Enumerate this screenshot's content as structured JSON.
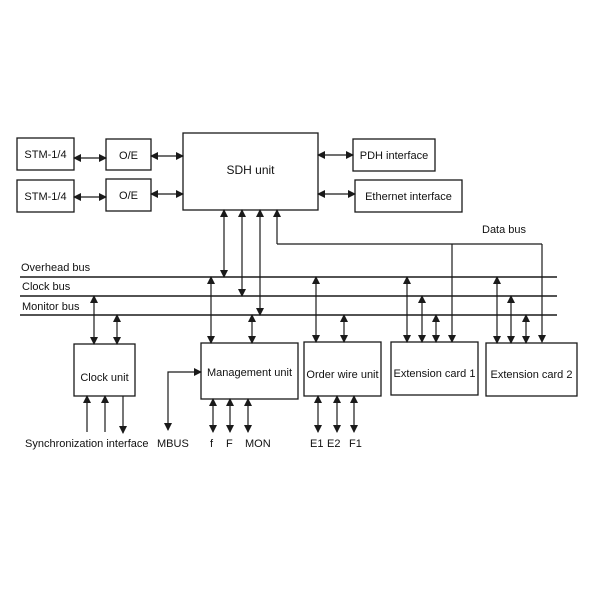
{
  "diagram": {
    "blocks": {
      "stm1": "STM-1/4",
      "stm2": "STM-1/4",
      "oe1": "O/E",
      "oe2": "O/E",
      "sdh": "SDH unit",
      "pdh": "PDH interface",
      "ethernet": "Ethernet interface",
      "clock_unit": "Clock unit",
      "management_unit": "Management unit",
      "order_wire_unit": "Order wire unit",
      "ext1": "Extension card 1",
      "ext2": "Extension card 2"
    },
    "buses": {
      "overhead": "Overhead bus",
      "clock": "Clock bus",
      "monitor": "Monitor bus",
      "data": "Data bus"
    },
    "signals": {
      "sync": "Synchronization interface",
      "mbus": "MBUS",
      "f_lower": "f",
      "f_upper": "F",
      "mon": "MON",
      "e1": "E1",
      "e2": "E2",
      "f1": "F1"
    }
  }
}
